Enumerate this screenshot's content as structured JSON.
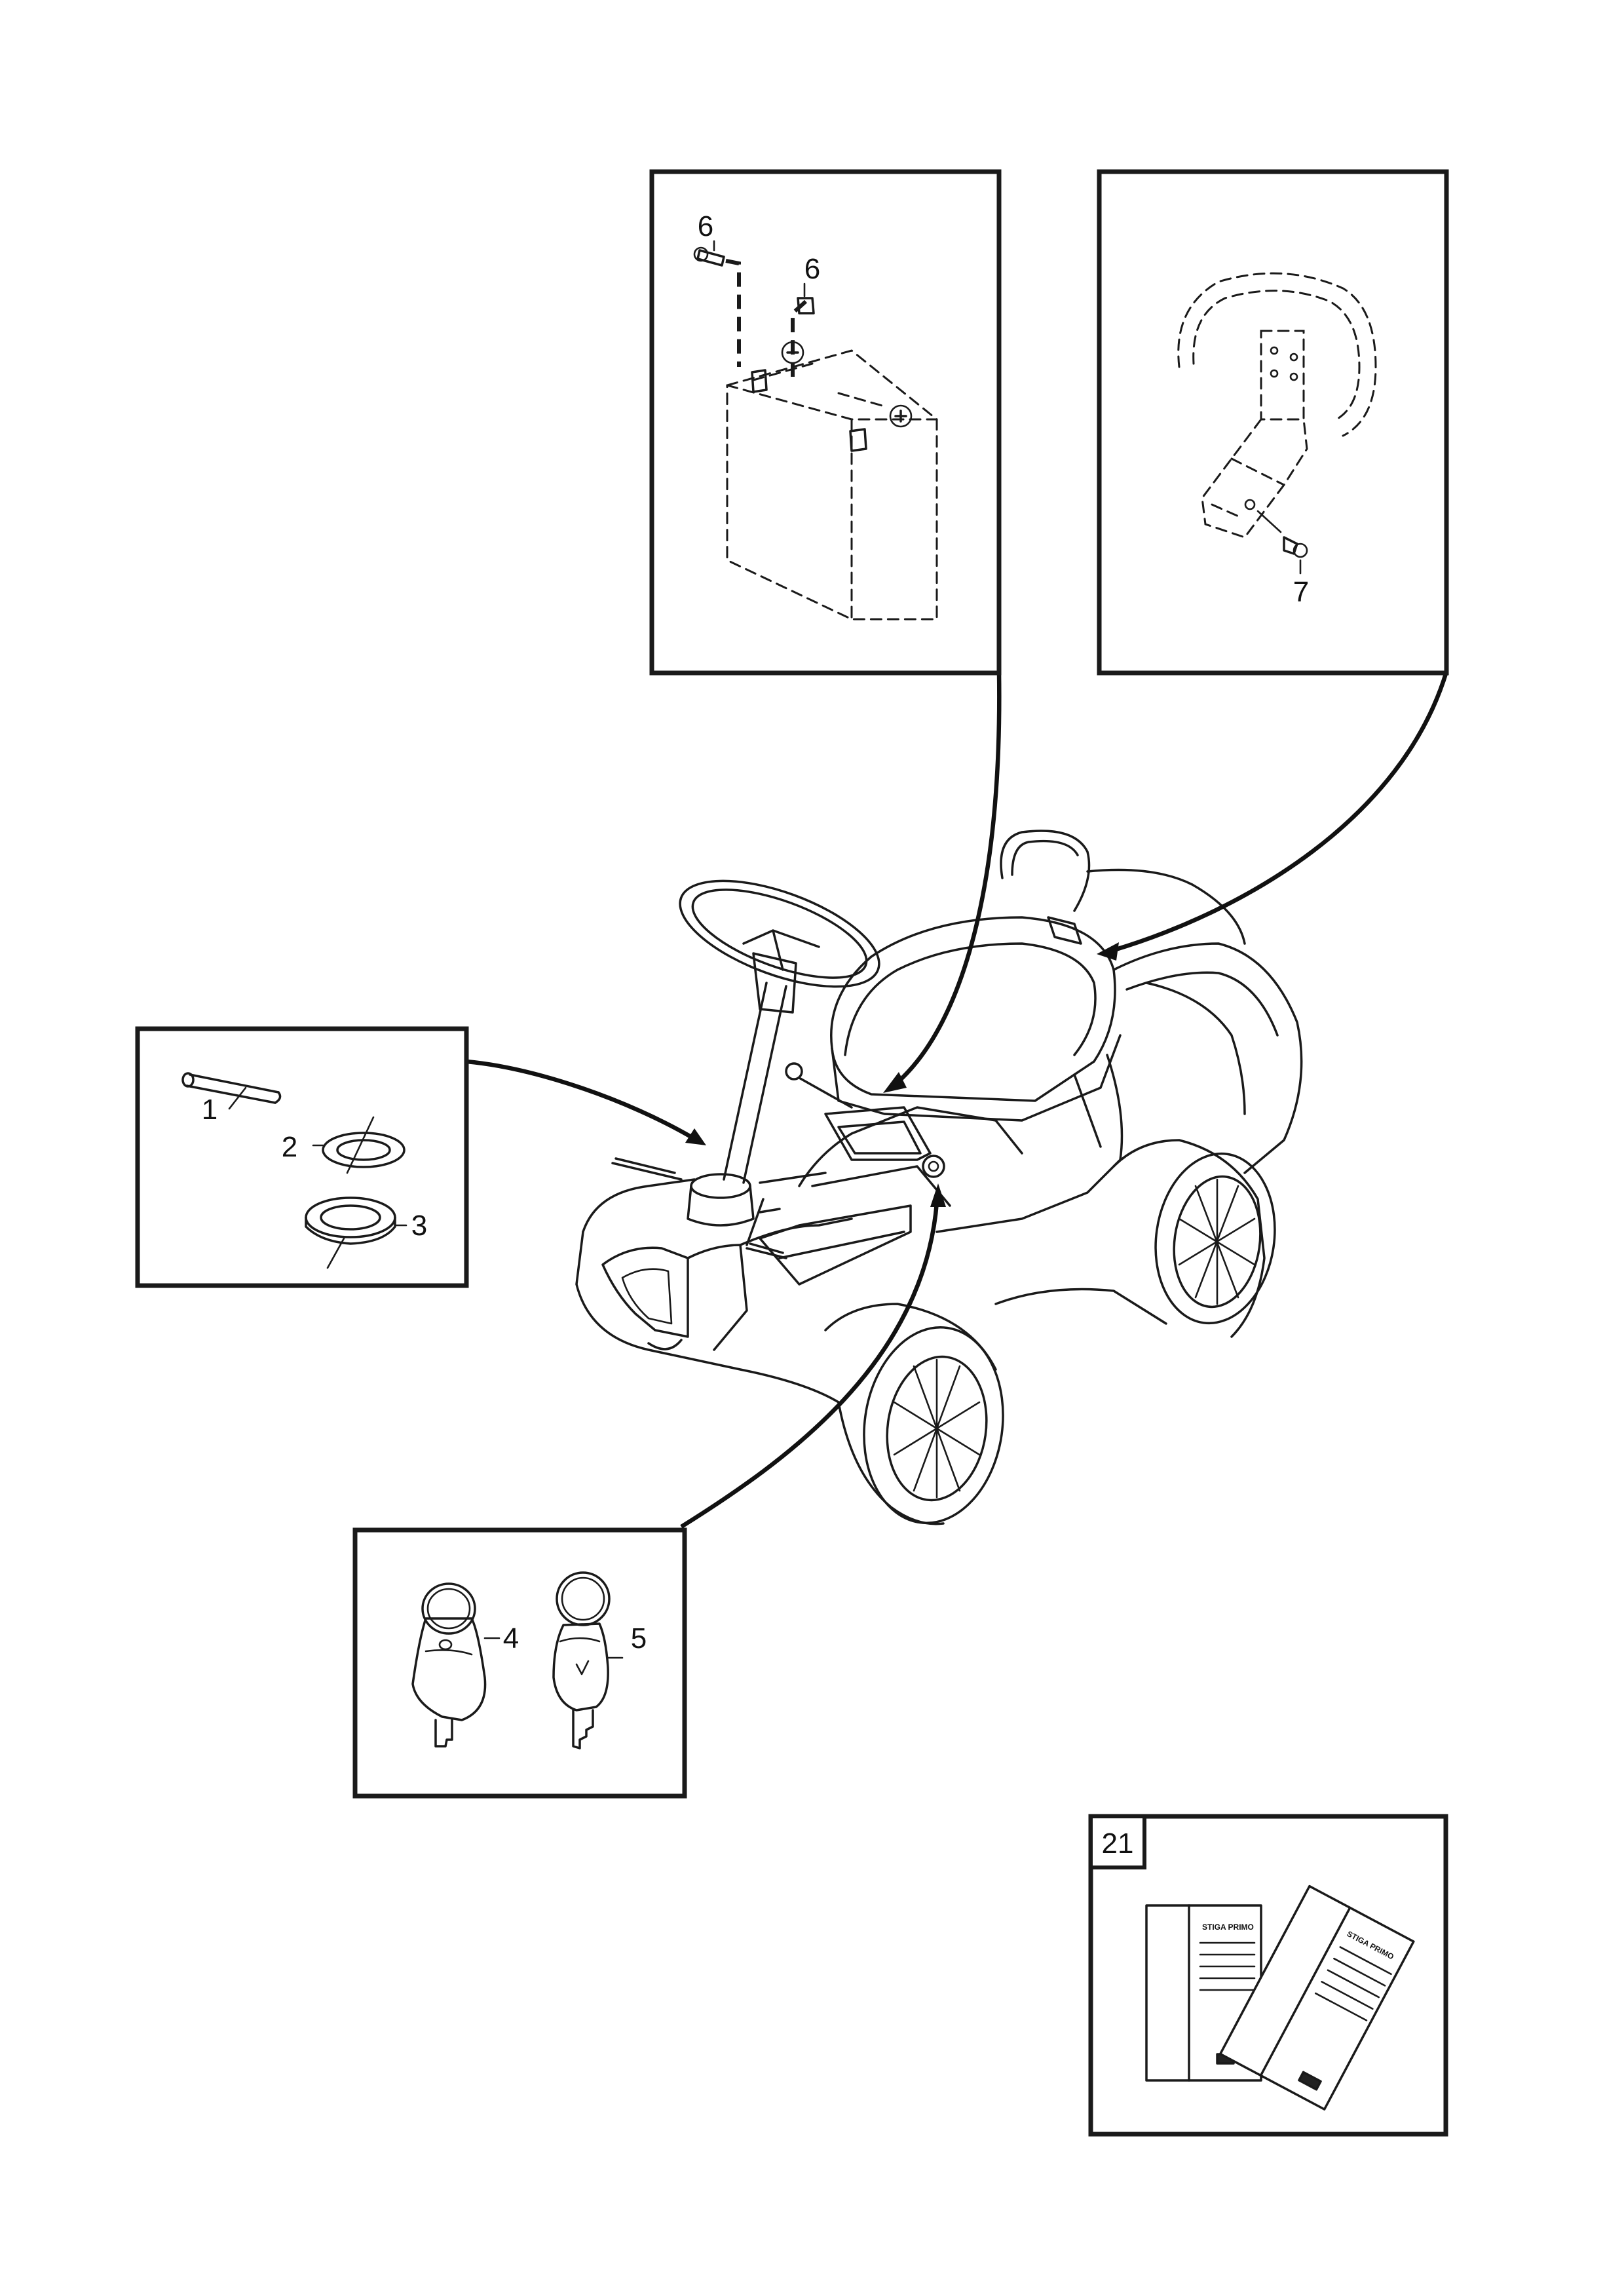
{
  "callouts": {
    "pin": "1",
    "washer_small": "2",
    "washer_large": "3",
    "key_a": "4",
    "key_b": "5",
    "battery_bolt": "6",
    "battery_nut": "6",
    "seat_screw": "7",
    "documents": "21"
  },
  "manual_cover_text": {
    "manual_left": "STIGA PRIMO",
    "manual_right": "STIGA PRIMO"
  }
}
